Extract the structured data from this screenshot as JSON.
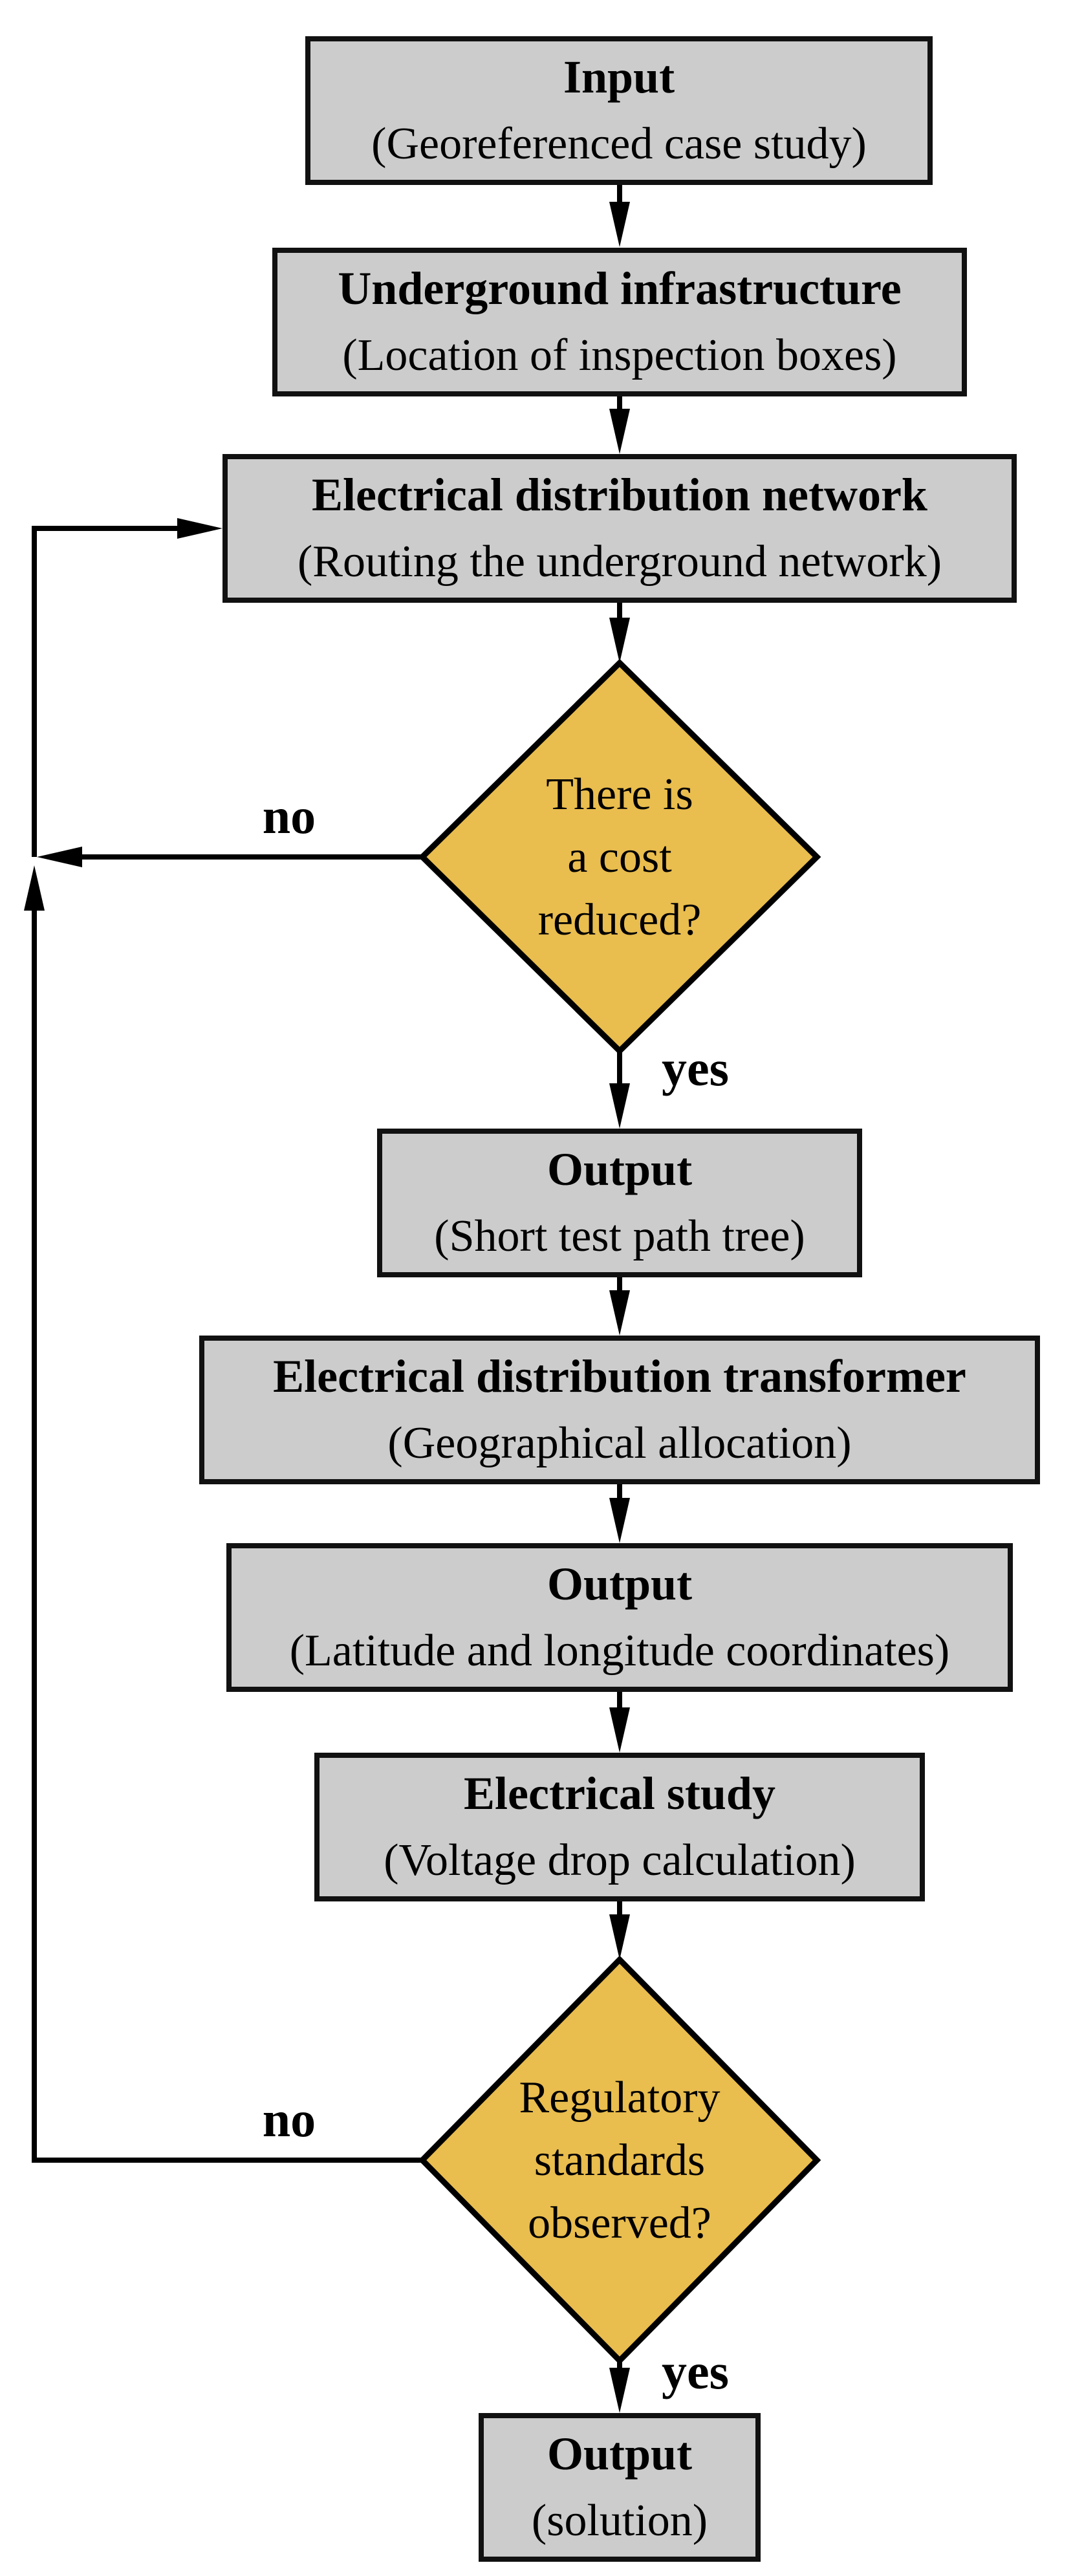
{
  "colors": {
    "page_bg": "#ffffff",
    "box_fill": "#cccccc",
    "box_border": "#111111",
    "diamond_fill": "#e9bd4e",
    "line_color": "#000000",
    "text_color": "#000000"
  },
  "flowchart": {
    "nodes": {
      "input": {
        "title": "Input",
        "subtitle": "(Georeferenced case study)"
      },
      "underground": {
        "title": "Underground infrastructure",
        "subtitle": "(Location of inspection boxes)"
      },
      "network": {
        "title": "Electrical distribution network",
        "subtitle": "(Routing the underground network)"
      },
      "cost_decision": {
        "line1": "There is",
        "line2": "a cost",
        "line3": "reduced?"
      },
      "output_tree": {
        "title": "Output",
        "subtitle": "(Short test path tree)"
      },
      "transformer": {
        "title": "Electrical distribution transformer",
        "subtitle": "(Geographical allocation)"
      },
      "coordinates": {
        "title": "Output",
        "subtitle": "(Latitude and longitude coordinates)"
      },
      "study": {
        "title": "Electrical study",
        "subtitle": "(Voltage drop calculation)"
      },
      "standards_decision": {
        "line1": "Regulatory",
        "line2": "standards",
        "line3": "observed?"
      },
      "solution": {
        "title": "Output",
        "subtitle": "(solution)"
      }
    },
    "edge_labels": {
      "cost_no": "no",
      "cost_yes": "yes",
      "standards_no": "no",
      "standards_yes": "yes"
    }
  }
}
